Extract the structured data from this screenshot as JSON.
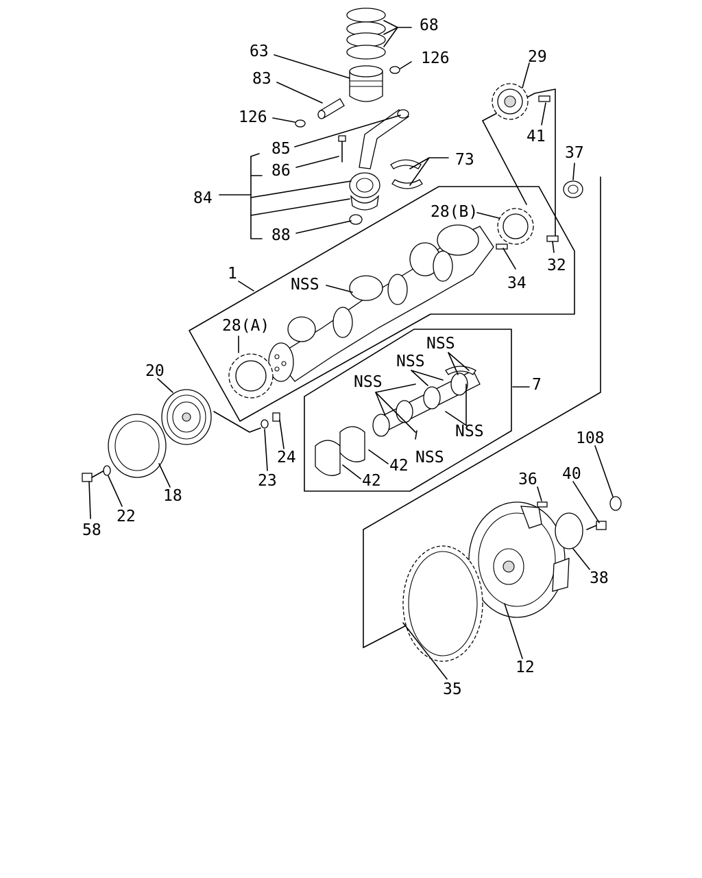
{
  "diagram": {
    "labels": {
      "l68": "68",
      "l63": "63",
      "l126a": "126",
      "l83": "83",
      "l126b": "126",
      "l29": "29",
      "l41": "41",
      "l85": "85",
      "l86": "86",
      "l73": "73",
      "l37": "37",
      "l84": "84",
      "l28b": "28(B)",
      "l88": "88",
      "l32": "32",
      "l1": "1",
      "lnss1": "NSS",
      "l34": "34",
      "l28a": "28(A)",
      "lnss2": "NSS",
      "lnss3": "NSS",
      "l20": "20",
      "lnss4": "NSS",
      "l7": "7",
      "lnss5": "NSS",
      "l42a": "42",
      "lnss6": "NSS",
      "l24": "24",
      "l23": "23",
      "l42b": "42",
      "l18": "18",
      "l58": "58",
      "l22": "22",
      "l108": "108",
      "l36": "36",
      "l40": "40",
      "l38": "38",
      "l12": "12",
      "l35": "35"
    }
  }
}
